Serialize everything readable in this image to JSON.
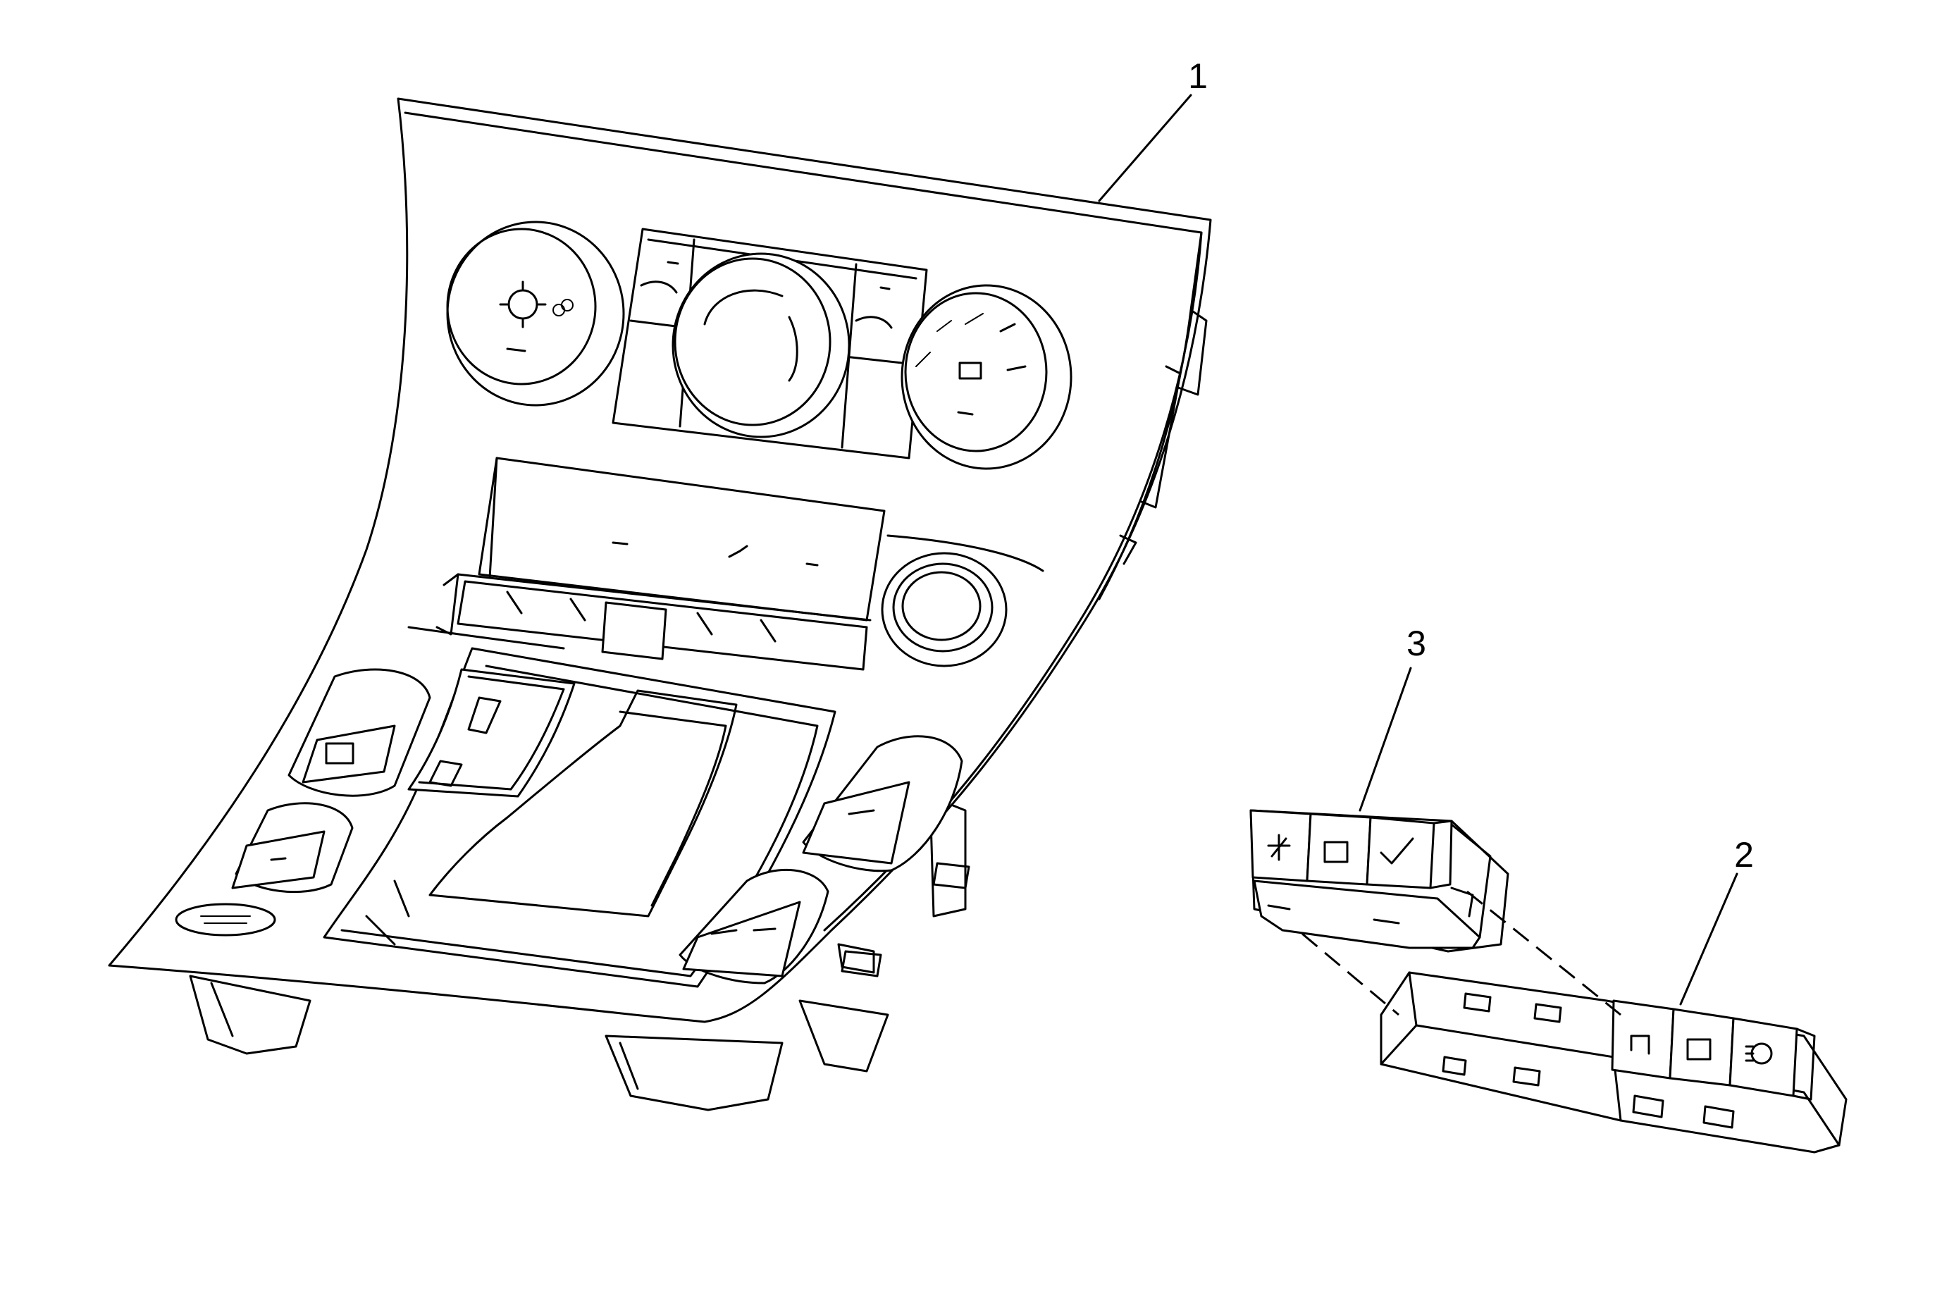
{
  "callouts": [
    {
      "label": "1",
      "part": "console-trim-plate"
    },
    {
      "label": "2",
      "part": "switch-assembly-lower"
    },
    {
      "label": "3",
      "part": "switch-assembly-upper"
    }
  ]
}
